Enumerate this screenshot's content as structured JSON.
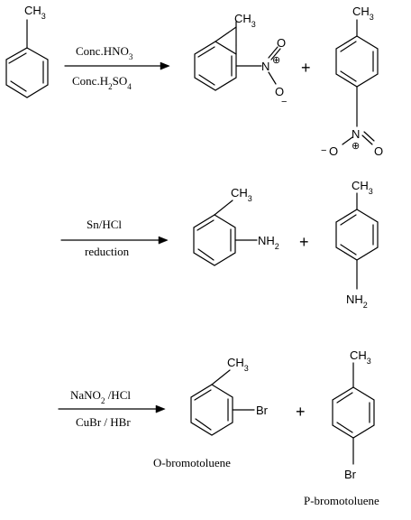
{
  "reagents": {
    "step1_top": "Conc.HNO3",
    "step1_bottom": "Conc.H2SO4",
    "step2_top": "Sn/HCl",
    "step2_bottom": "reduction",
    "step3_top": "NaNO2 /HCl",
    "step3_bottom": "CuBr / HBr"
  },
  "groups": {
    "methyl": "CH3",
    "nitro_n": "N",
    "nitro_o": "O",
    "amine": "NH2",
    "bromo": "Br",
    "plus": "+",
    "plus_charge": "⊕",
    "minus_charge": "−"
  },
  "products": {
    "ortho_name": "O-bromotoluene",
    "para_name": "P-bromotoluene"
  }
}
